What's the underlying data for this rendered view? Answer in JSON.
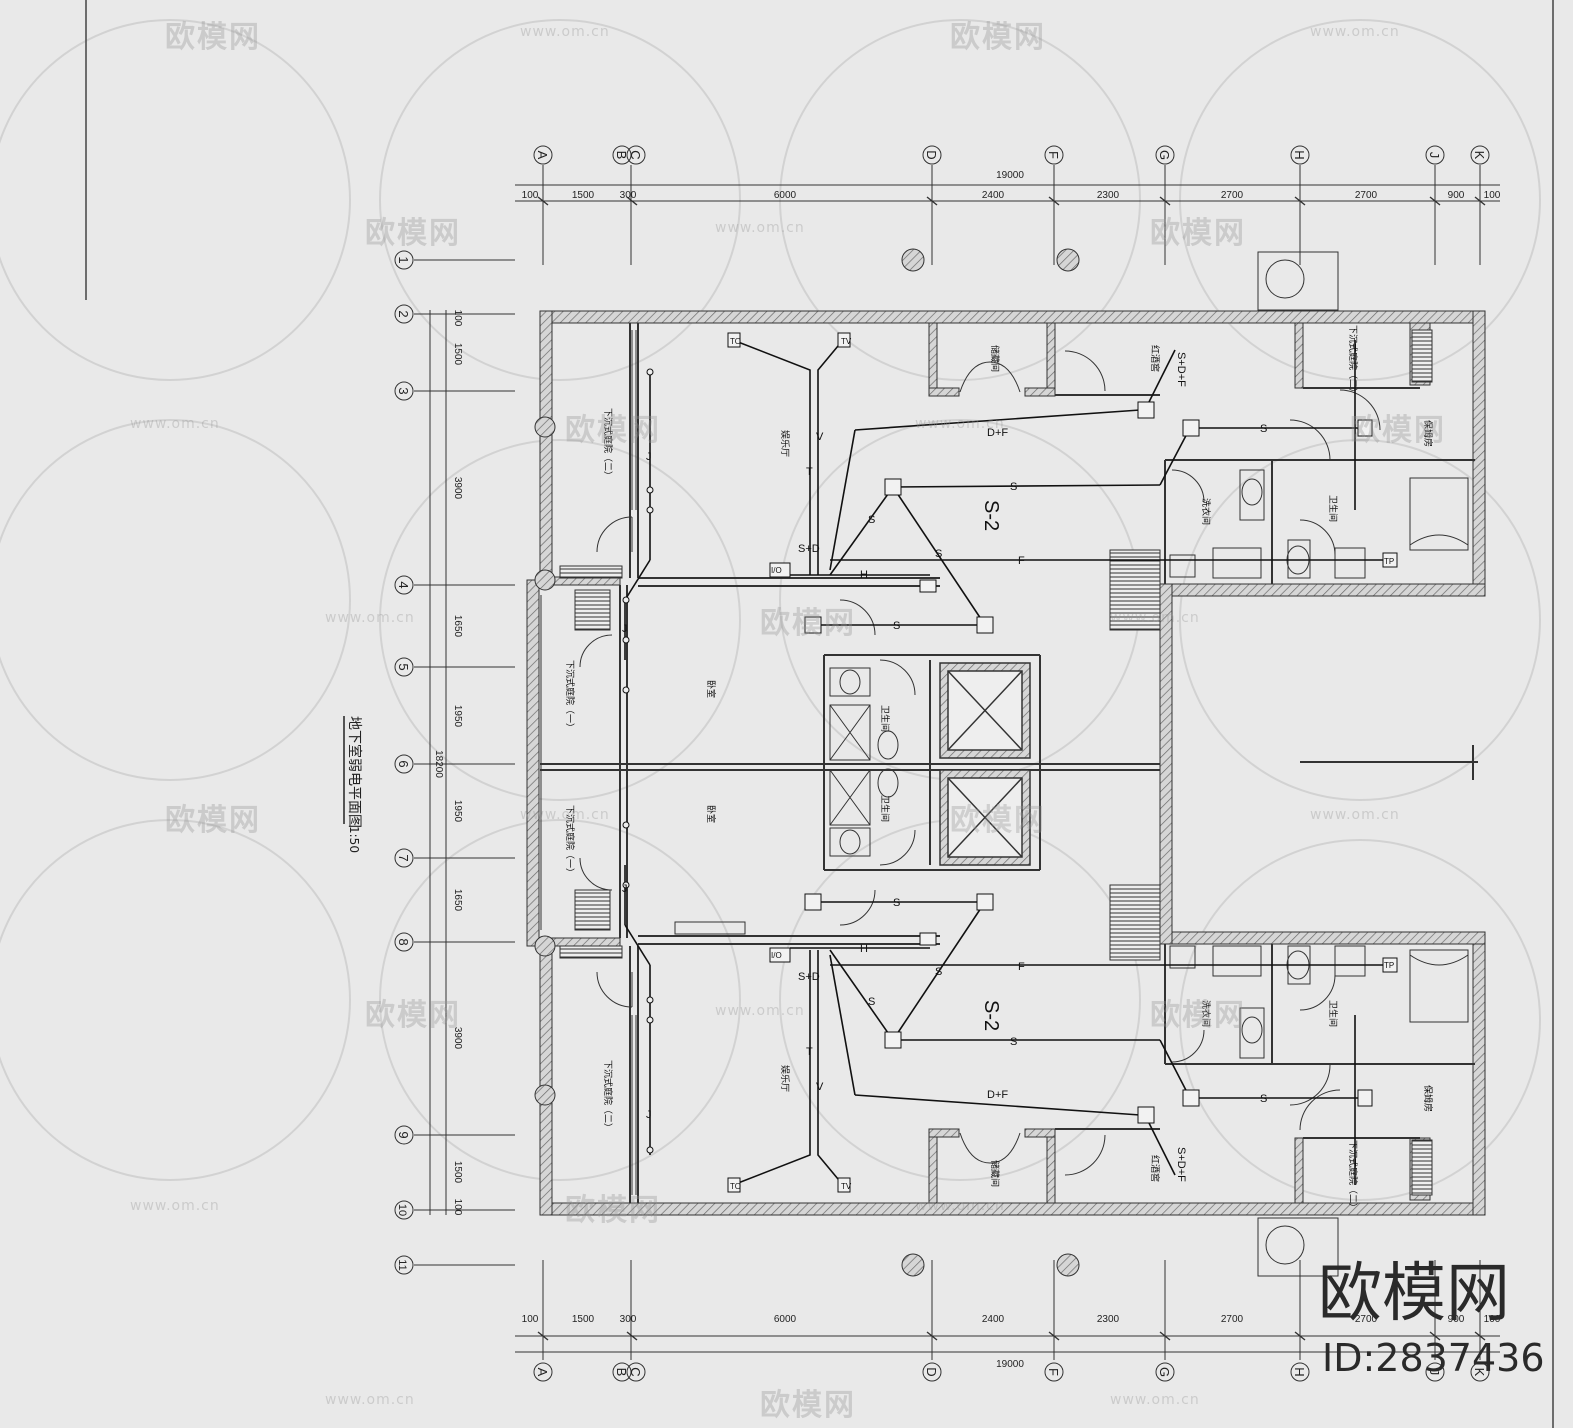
{
  "drawing": {
    "title": "地下室弱电平面图",
    "scale": "1:50"
  },
  "grid_axes": {
    "columns": [
      "A",
      "B",
      "C",
      "D",
      "F",
      "G",
      "H",
      "J",
      "K"
    ],
    "rows": [
      "1",
      "2",
      "3",
      "4",
      "5",
      "6",
      "7",
      "8",
      "9",
      "10",
      "11"
    ]
  },
  "dimensions": {
    "overall_width": "19000",
    "horizontal_segments": [
      "100",
      "1500",
      "300",
      "6000",
      "2400",
      "2300",
      "2700",
      "2700",
      "900",
      "100"
    ],
    "overall_depth": "18200",
    "vertical_segments": [
      "100",
      "1500",
      "3900",
      "1650",
      "1950",
      "1950",
      "1650",
      "3900",
      "1500",
      "100"
    ]
  },
  "rooms": {
    "entertainment": "娱乐厅",
    "bedroom": "卧室",
    "bathroom": "卫生间",
    "storage": "储藏间",
    "wine_cellar": "红酒窖",
    "laundry": "洗衣间",
    "maid_room": "保姆房",
    "sunken_courtyard_1": "下沉式庭院（一）",
    "sunken_courtyard_2": "下沉式庭院（二）"
  },
  "symbols": {
    "riser_label": "S-2",
    "cable_s": "S",
    "cable_f": "F",
    "cable_j": "J",
    "cable_t": "T",
    "cable_v": "V",
    "cable_df": "D+F",
    "cable_sd": "S+D",
    "cable_sdf": "S+D+F",
    "outlet_tv": "TV",
    "outlet_to": "TO",
    "outlet_tp": "TP",
    "io_box": "I/O",
    "outlet_h": "H"
  },
  "watermark": {
    "logo": "欧模网",
    "site": "www.om.cn",
    "id": "ID:2837436"
  },
  "colors": {
    "paper": "#e9e9e9",
    "ink": "#222222",
    "hatch": "#6a6a6a"
  }
}
